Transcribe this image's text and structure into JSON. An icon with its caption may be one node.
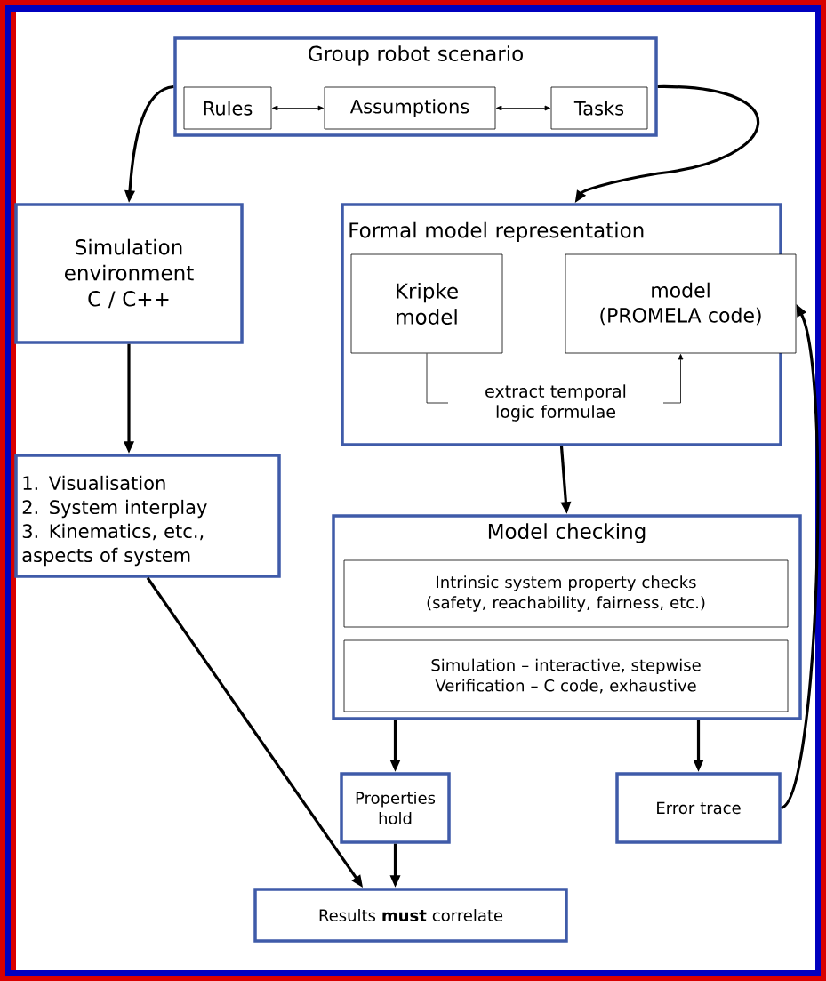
{
  "diagram": {
    "nodes": [
      {
        "text": [
          "Group robot scenario"
        ]
      },
      {
        "text": [
          "Rules"
        ],
        "in": 0
      },
      {
        "text": [
          "Assumptions"
        ],
        "in": 0
      },
      {
        "text": [
          "Tasks"
        ],
        "in": 0
      },
      {
        "text": [
          "Simulation environment",
          "C / C++"
        ]
      },
      {
        "text": [
          "1. Visualisation",
          "2. System interplay",
          "3. Kinematics, etc., aspects of system"
        ]
      },
      {
        "text": [
          "Formal model representation"
        ]
      },
      {
        "text": [
          "Kripke model"
        ],
        "in": 6
      },
      {
        "text": [
          "model (PROMELA code)"
        ],
        "in": 6
      },
      {
        "text": [
          "Model checking"
        ]
      },
      {
        "text": [
          "Intrinsic system property checks (safety, reachability, fairness, etc.)"
        ],
        "in": 9
      },
      {
        "text": [
          "Simulation – interactive, stepwise",
          "Verification – C code, exhaustive"
        ],
        "in": 9
      },
      {
        "text": [
          "Properties hold"
        ]
      },
      {
        "text": [
          "Error trace"
        ]
      },
      {
        "text": [
          "Results **must** correlate"
        ]
      }
    ],
    "edges": [
      {
        "from": 0,
        "to": 4,
        "arrow": "to"
      },
      {
        "from": 0,
        "to": 6,
        "arrow": "to"
      },
      {
        "from": 1,
        "to": 2,
        "arrow": "both"
      },
      {
        "from": 2,
        "to": 3,
        "arrow": "both"
      },
      {
        "from": 4,
        "to": 5,
        "arrow": "to"
      },
      {
        "from": 7,
        "to": 8,
        "arrow": "to",
        "label": "extract temporal logic formulae"
      },
      {
        "from": 6,
        "to": 9,
        "arrow": "to"
      },
      {
        "from": 9,
        "to": 12,
        "arrow": "to"
      },
      {
        "from": 9,
        "to": 13,
        "arrow": "to"
      },
      {
        "from": 13,
        "to": 8,
        "arrow": "to"
      },
      {
        "from": 5,
        "to": 14,
        "arrow": "to"
      },
      {
        "from": 12,
        "to": 14,
        "arrow": "to"
      }
    ]
  }
}
